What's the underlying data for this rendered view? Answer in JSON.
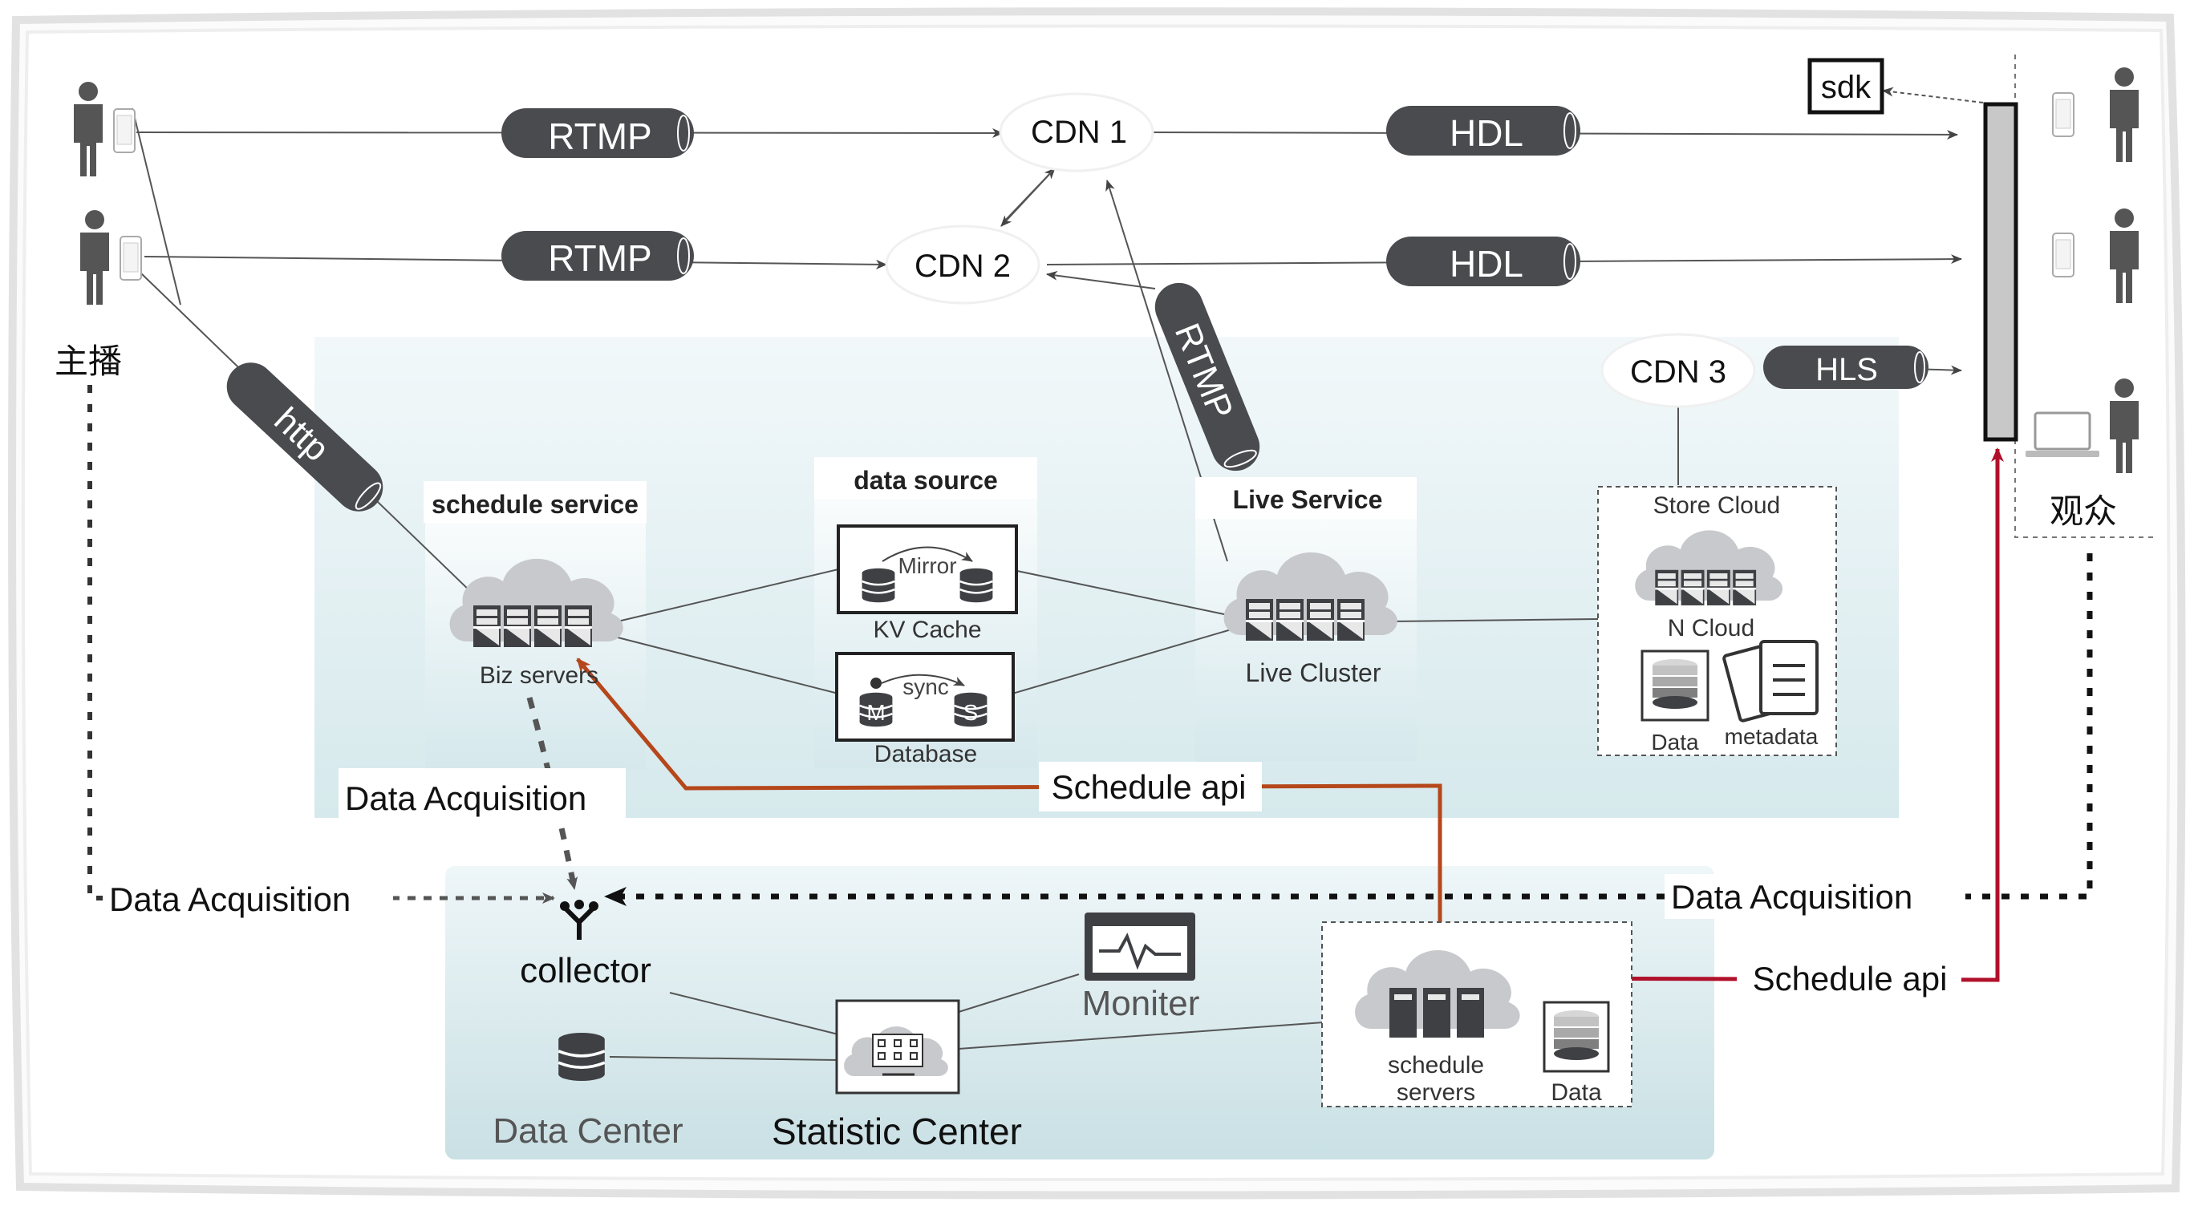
{
  "broadcaster_label": "主播",
  "viewer_label": "观众",
  "sdk_label": "sdk",
  "protocols": {
    "rtmp_top": "RTMP",
    "rtmp_mid": "RTMP",
    "rtmp_diag": "RTMP",
    "http": "http",
    "hdl_top": "HDL",
    "hdl_mid": "HDL",
    "hls": "HLS"
  },
  "cdn": {
    "cdn1": "CDN 1",
    "cdn2": "CDN 2",
    "cdn3": "CDN 3"
  },
  "schedule_service": {
    "title": "schedule service",
    "servers_label": "Biz servers"
  },
  "data_source": {
    "title": "data source",
    "mirror": "Mirror",
    "kv_cache": "KV Cache",
    "sync": "sync",
    "master": "M",
    "slave": "S",
    "database": "Database"
  },
  "live_service": {
    "title": "Live Service",
    "cluster": "Live Cluster"
  },
  "store_cloud": {
    "title": "Store Cloud",
    "ncloud": "N Cloud",
    "data": "Data",
    "metadata": "metadata"
  },
  "schedule_api_1": "Schedule api",
  "schedule_api_2": "Schedule api",
  "data_acquisition": {
    "biz": "Data Acquisition",
    "left": "Data Acquisition",
    "right": "Data Acquisition"
  },
  "bottom": {
    "collector": "collector",
    "moniter": "Moniter",
    "data_center": "Data Center",
    "statistic_center": "Statistic Center",
    "schedule_servers_line1": "schedule",
    "schedule_servers_line2": "servers",
    "data": "Data"
  },
  "colors": {
    "pill": "#4a4b4f",
    "schedule_api_line": "#b5471b",
    "viewer_api_line": "#b0102a",
    "panel_top": "#eef5f7",
    "panel_bottom": "#cfe4e7"
  }
}
